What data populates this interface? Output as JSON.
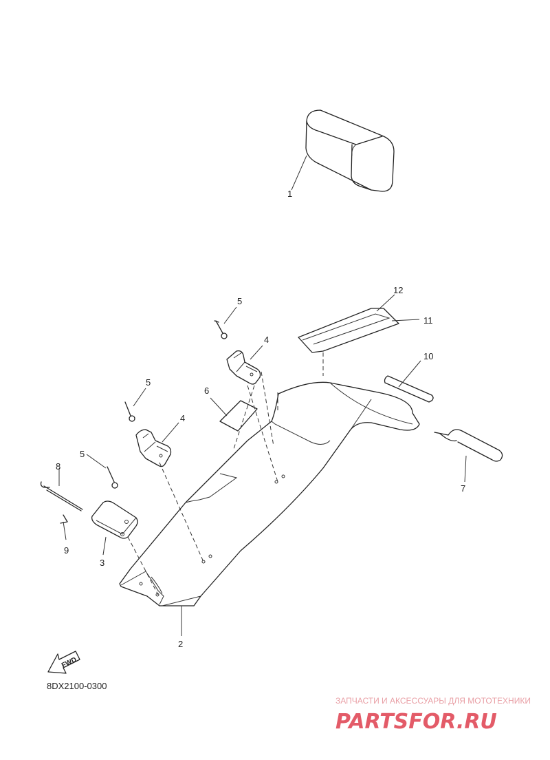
{
  "diagram_code": "8DX2100-0300",
  "fwd_label": "FWD",
  "callouts": {
    "c1": "1",
    "c2": "2",
    "c3": "3",
    "c4a": "4",
    "c4b": "4",
    "c5a": "5",
    "c5b": "5",
    "c5c": "5",
    "c6": "6",
    "c7": "7",
    "c8": "8",
    "c9": "9",
    "c10": "10",
    "c11": "11",
    "c12": "12"
  },
  "watermark": {
    "tagline": "ЗАПЧАСТИ И АКСЕССУАРЫ ДЛЯ МОТОТЕХНИКИ",
    "brand": "PARTSFOR.RU"
  },
  "colors": {
    "line": "#222222",
    "watermark_main": "#e35b68",
    "watermark_tagline": "#e9a0a6"
  }
}
